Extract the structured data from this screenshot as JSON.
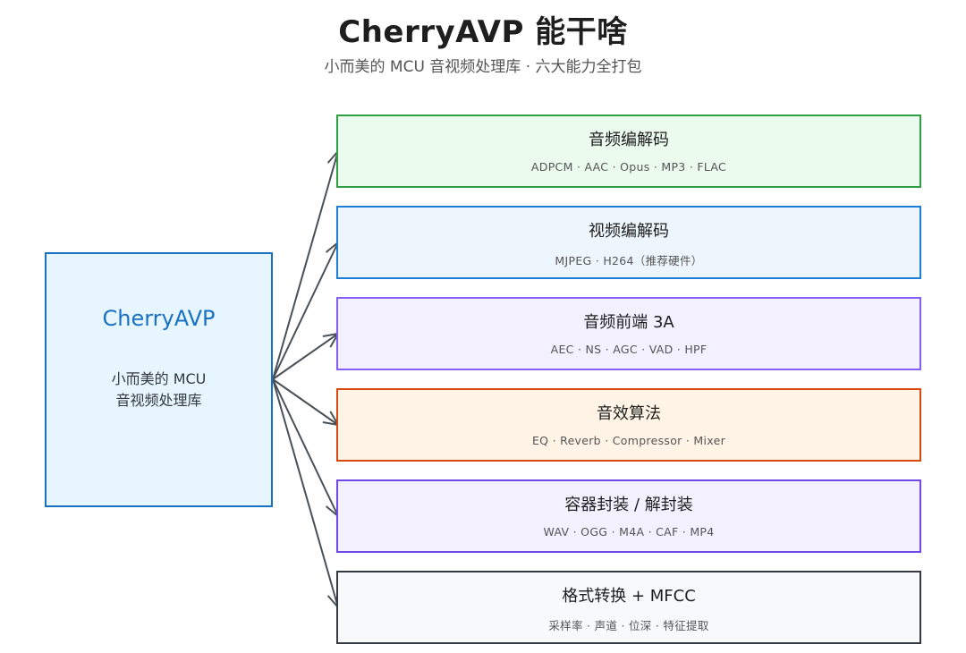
{
  "header": {
    "title": "CherryAVP 能干啥",
    "subtitle": "小而美的 MCU 音视频处理库 · 六大能力全打包"
  },
  "source": {
    "title": "CherryAVP",
    "desc_line1": "小而美的 MCU",
    "desc_line2": "音视频处理库",
    "border_color": "#1971c2",
    "fill_color": "#e7f5ff"
  },
  "capabilities": [
    {
      "title": "音频编解码",
      "desc": "ADPCM · AAC · Opus · MP3 · FLAC",
      "border": "#2f9e44",
      "fill": "#ebfbee"
    },
    {
      "title": "视频编解码",
      "desc": "MJPEG · H264（推荐硬件）",
      "border": "#1c7ed6",
      "fill": "#eef6fd"
    },
    {
      "title": "音频前端 3A",
      "desc": "AEC · NS · AGC · VAD · HPF",
      "border": "#845ef7",
      "fill": "#f3f0ff"
    },
    {
      "title": "音效算法",
      "desc": "EQ · Reverb · Compressor · Mixer",
      "border": "#d9480f",
      "fill": "#fff4e6"
    },
    {
      "title": "容器封装 / 解封装",
      "desc": "WAV · OGG · M4A · CAF · MP4",
      "border": "#7048e8",
      "fill": "#f3f0ff"
    },
    {
      "title": "格式转换 + MFCC",
      "desc": "采样率 · 声道 · 位深 · 特征提取",
      "border": "#343a40",
      "fill": "#f8f9fa"
    }
  ],
  "arrow_color": "#495057"
}
